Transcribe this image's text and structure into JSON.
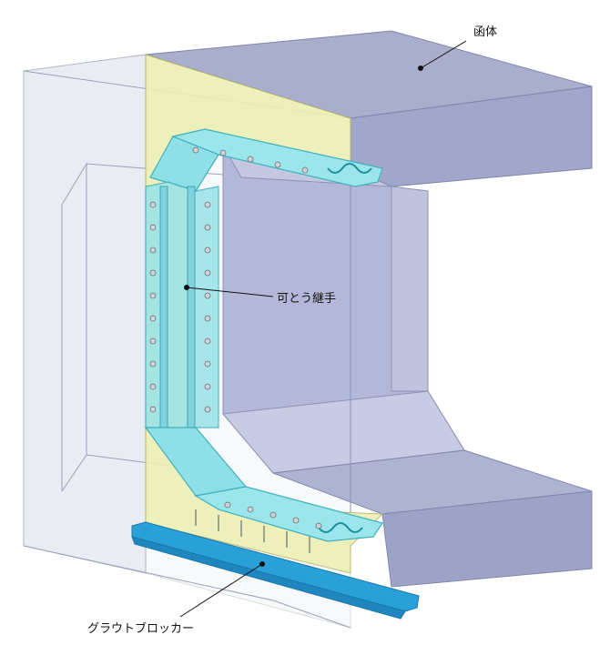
{
  "labels": {
    "box_body": "函体",
    "flexible_joint": "可とう継手",
    "grout_blocker": "グラウトブロッカー"
  },
  "colors": {
    "concrete_top": "#a8aed0",
    "concrete_front": "#9ea4c8",
    "concrete_inner": "#b7bbd9",
    "transparent_block": "#dde0ec",
    "yellow_plate": "#eef0b8",
    "joint": "#8fe3e8",
    "joint_dark": "#3fb7c4",
    "grout_blocker": "#2aa0d8"
  }
}
